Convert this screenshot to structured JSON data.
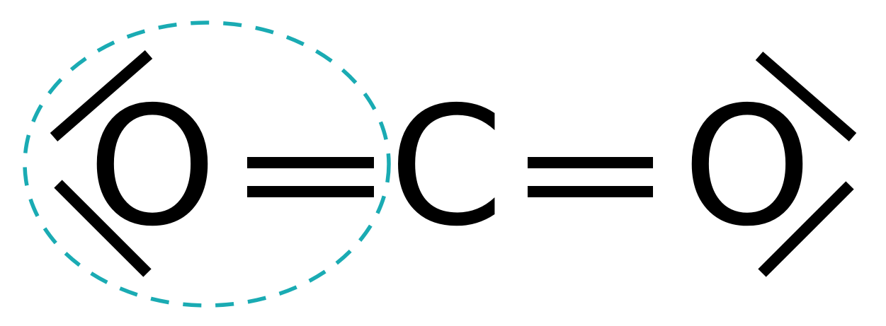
{
  "molecule": {
    "atoms": [
      {
        "id": "oxygen-left",
        "symbol": "O"
      },
      {
        "id": "carbon",
        "symbol": "C"
      },
      {
        "id": "oxygen-right",
        "symbol": "O"
      }
    ],
    "bonds": [
      {
        "from": "oxygen-left",
        "to": "carbon",
        "order": 2
      },
      {
        "from": "carbon",
        "to": "oxygen-right",
        "order": 2
      }
    ],
    "lone_pairs": {
      "oxygen-left": 2,
      "carbon": 0,
      "oxygen-right": 2
    },
    "highlighted_atom": "oxygen-left"
  },
  "colors": {
    "ink": "#000000",
    "highlight": "#1aabb3",
    "background": "#ffffff"
  }
}
